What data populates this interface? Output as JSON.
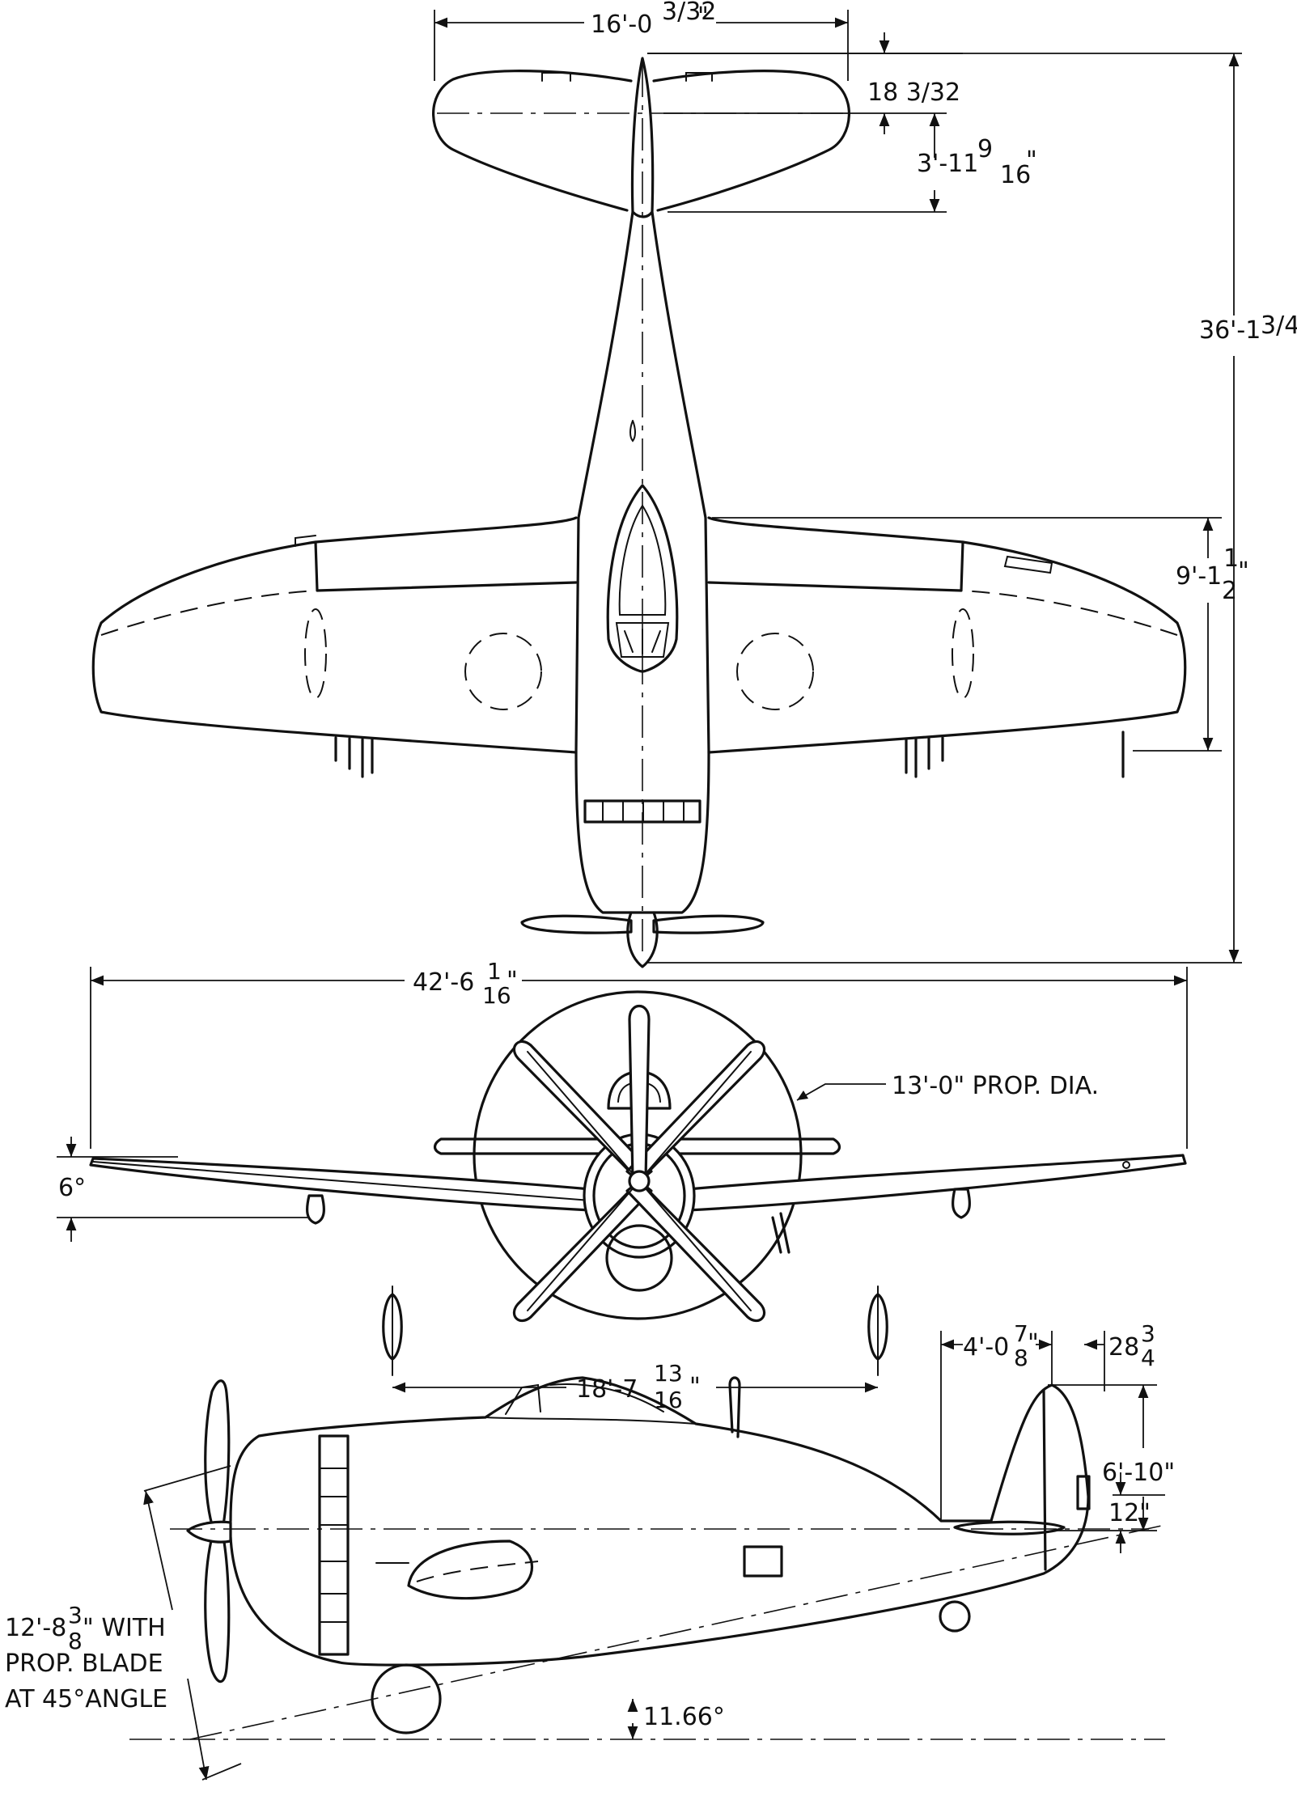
{
  "dimensions": {
    "stab_span": {
      "whole": "16'-0",
      "frac": "3/32",
      "inch": "\""
    },
    "stab_offset": "18 3/32",
    "stab_chord": {
      "whole": "3'-11",
      "num": "9",
      "den": "16",
      "inch": "\""
    },
    "overall_length": {
      "whole": "36'-1",
      "frac": "3/4",
      "inch": "\""
    },
    "wing_chord": {
      "whole": "9'-1",
      "num": "1",
      "den": "2",
      "inch": "\""
    },
    "wingspan": {
      "whole": "42'-6",
      "num": "1",
      "den": "16",
      "inch": "\""
    },
    "prop_dia": "13'-0\" PROP. DIA.",
    "dihedral": "6°",
    "gear_track": {
      "whole": "18'-7",
      "num": "13",
      "den": "16",
      "inch": "\""
    },
    "fin_offset": {
      "whole": "4'-0",
      "num": "7",
      "den": "8",
      "inch": "\""
    },
    "fin_chord": {
      "whole": "28",
      "num": "3",
      "den": "4"
    },
    "height": "6'-10\"",
    "tail_offset": "12\"",
    "ground_angle": "11.66°",
    "prop_height_note": {
      "line1_whole": "12'-8",
      "line1_num": "3",
      "line1_den": "8",
      "line1_tail": "\" WITH",
      "line2": "PROP. BLADE",
      "line3": "AT 45°ANGLE"
    }
  }
}
